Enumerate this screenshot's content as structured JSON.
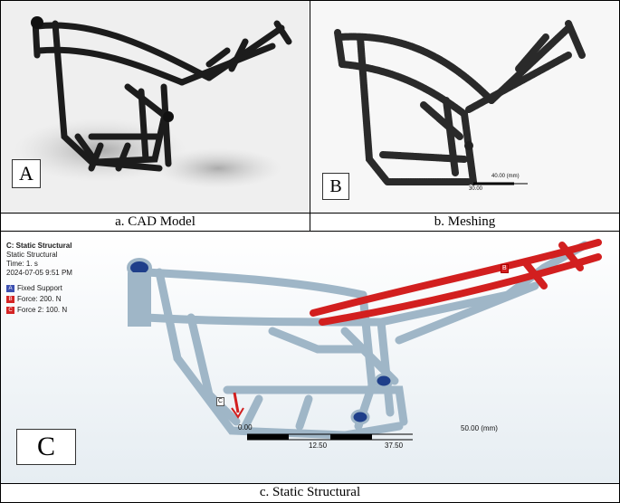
{
  "panels": {
    "a": {
      "letter": "A",
      "caption": "a.  CAD Model"
    },
    "b": {
      "letter": "B",
      "caption": "b.  Meshing",
      "scale": {
        "left": "40.00 (mm)",
        "mid": "30.00"
      }
    },
    "c": {
      "letter": "C",
      "caption": "c. Static Structural",
      "legend": {
        "title": "C: Static Structural",
        "subtitle": "Static Structural",
        "time": "Time: 1. s",
        "date": "2024-07-05 9:51 PM",
        "items": [
          {
            "key": "A",
            "label": "Fixed Support",
            "color": "#3b4fb0"
          },
          {
            "key": "B",
            "label": "Force: 200. N",
            "color": "#d42424"
          },
          {
            "key": "C",
            "label": "Force 2: 100. N",
            "color": "#d42424"
          }
        ]
      },
      "scale": {
        "zero": "0.00",
        "end": "50.00 (mm)",
        "mid1": "12.50",
        "mid2": "37.50"
      },
      "tags": {
        "c": "C",
        "b": "B"
      }
    }
  },
  "colors": {
    "frame_dark": "#1e1e1e",
    "tube_blue": "#9fb6c7",
    "force_red": "#d21f1f",
    "bg_c": "#f3f6f8"
  }
}
